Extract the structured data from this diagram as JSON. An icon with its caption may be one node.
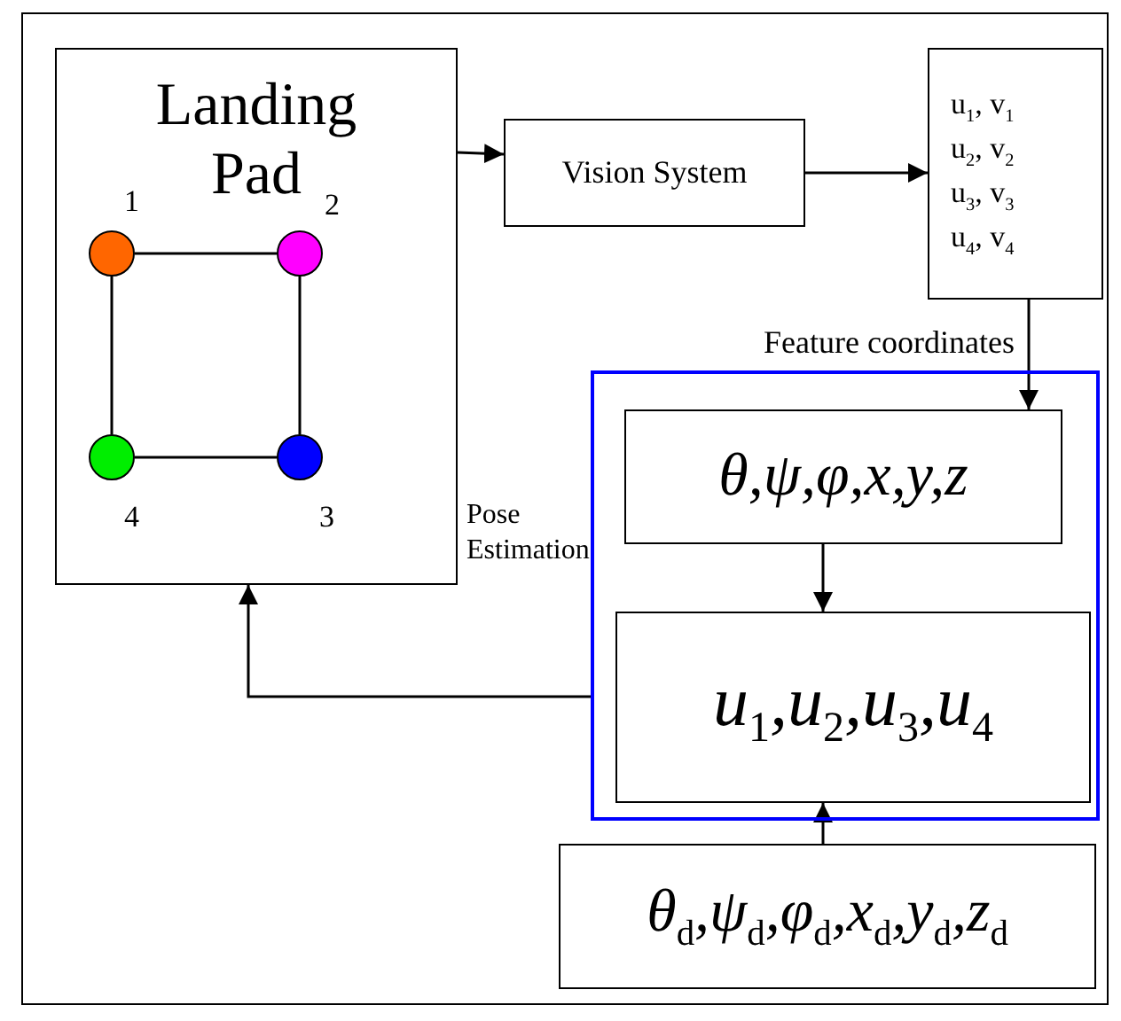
{
  "diagram": {
    "nodes": [
      {
        "text": [
          "Landing Pad"
        ]
      },
      {
        "text": [],
        "shape": "circle",
        "in": 0,
        "beside": [
          "1"
        ]
      },
      {
        "text": [],
        "shape": "circle",
        "in": 0,
        "beside": [
          "2"
        ]
      },
      {
        "text": [],
        "shape": "circle",
        "in": 0,
        "beside": [
          "4"
        ]
      },
      {
        "text": [],
        "shape": "circle",
        "in": 0,
        "beside": [
          "3"
        ]
      },
      {
        "text": [
          "Vision System"
        ]
      },
      {
        "text": [
          "u$_{1}$, v$_{1}$",
          "u$_{2}$, v$_{2}$",
          "u$_{3}$, v$_{3}$",
          "u$_{4}$, v$_{4}$"
        ]
      },
      {
        "text": [
          "Pose Estimation"
        ]
      },
      {
        "text": [
          "θ,ψ,φ,x,y,z"
        ],
        "in": 7
      },
      {
        "text": [
          "u$_{1}$,u$_{2}$,u$_{3}$,u$_{4}$"
        ],
        "in": 7
      },
      {
        "text": [
          "θ$_{d}$,ψ$_{d}$,φ$_{d}$,x$_{d}$,y$_{d}$,z$_{d}$"
        ]
      }
    ],
    "edges": [
      {
        "from": 1,
        "to": 2,
        "arrow": "none"
      },
      {
        "from": 1,
        "to": 3,
        "arrow": "none"
      },
      {
        "from": 2,
        "to": 4,
        "arrow": "none"
      },
      {
        "from": 3,
        "to": 4,
        "arrow": "none"
      },
      {
        "from": 0,
        "to": 5,
        "arrow": "to"
      },
      {
        "from": 5,
        "to": 6,
        "arrow": "to"
      },
      {
        "from": 6,
        "to": 8,
        "arrow": "to",
        "label": "Feature coordinates"
      },
      {
        "from": 8,
        "to": 9,
        "arrow": "to"
      },
      {
        "from": 10,
        "to": 9,
        "arrow": "to"
      },
      {
        "from": 7,
        "to": 0,
        "arrow": "to"
      }
    ]
  }
}
